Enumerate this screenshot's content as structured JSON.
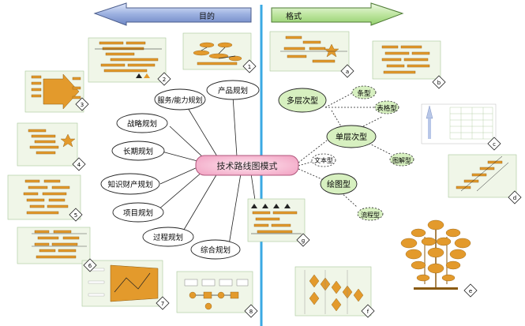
{
  "header": {
    "left_arrow_label": "目的",
    "right_arrow_label": "格式"
  },
  "center_label": "技术路线图模式",
  "purpose_nodes": [
    {
      "label": "产品规划"
    },
    {
      "label": "服务/能力规划"
    },
    {
      "label": "战略规划"
    },
    {
      "label": "长期规划"
    },
    {
      "label": "知识财产规划"
    },
    {
      "label": "项目规划"
    },
    {
      "label": "过程规划"
    },
    {
      "label": "综合规划"
    }
  ],
  "format_nodes": {
    "multilayer": "多层次型",
    "bar": "条型",
    "table": "表格型",
    "single_layer": "单层次型",
    "text": "文本型",
    "graphic_explain": "图解型",
    "drawing": "绘图型",
    "flow": "流程型"
  },
  "thumb_badges": [
    "1",
    "2",
    "3",
    "4",
    "5",
    "6",
    "7",
    "8",
    "a",
    "b",
    "c",
    "d",
    "e",
    "f",
    "g"
  ],
  "colors": {
    "left_arrow": "#8fa3d6",
    "right_arrow": "#b6df9a",
    "divider": "#3aa9e3",
    "center_fill": "#f7c9dc",
    "purpose_fill": "#ffffff",
    "format_fill": "#d7f0c0",
    "bar_fill": "#e39a2c"
  }
}
